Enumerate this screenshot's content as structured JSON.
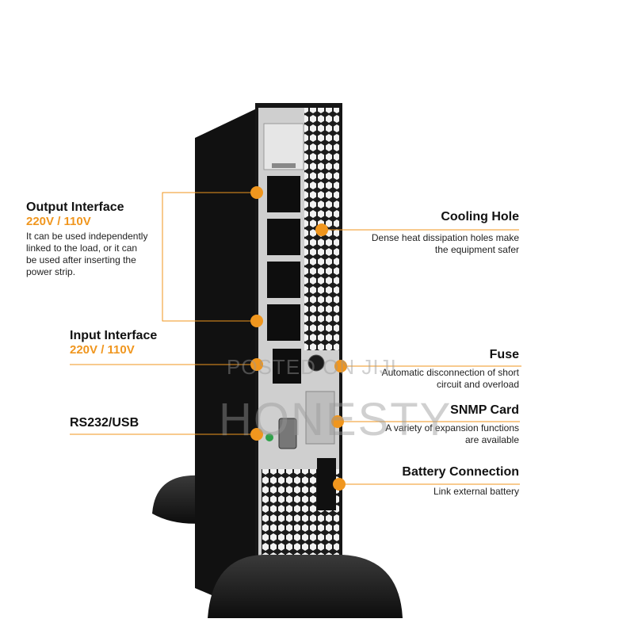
{
  "accent_color": "#f0961e",
  "callouts": {
    "output": {
      "title": "Output Interface",
      "voltage": "220V / 110V",
      "desc": [
        "It can be used independently",
        "linked to the load, or it can",
        "be used after inserting the",
        "power strip."
      ]
    },
    "input": {
      "title": "Input Interface",
      "voltage": "220V / 110V"
    },
    "rs232": {
      "title": "RS232/USB"
    },
    "cooling": {
      "title": "Cooling Hole",
      "desc": [
        "Dense heat dissipation holes make",
        "the equipment safer"
      ]
    },
    "fuse": {
      "title": "Fuse",
      "desc": [
        "Automatic disconnection of short",
        "circuit and overload"
      ]
    },
    "snmp": {
      "title": "SNMP Card",
      "desc": [
        "A variety of expansion functions",
        "are available"
      ]
    },
    "battery": {
      "title": "Battery Connection",
      "desc": [
        "Link external battery"
      ]
    }
  },
  "watermark": {
    "line1": "POSTED ON JIJI",
    "line2": "HONESTY"
  }
}
